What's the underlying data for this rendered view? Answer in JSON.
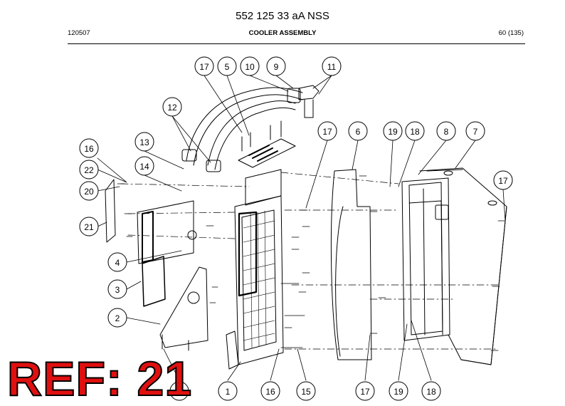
{
  "document": {
    "title": "552 125 33 aA NSS",
    "doc_code": "120507",
    "section": "COOLER ASSEMBLY",
    "page": "60 (135)"
  },
  "ref_label": "REF: 21",
  "callouts": [
    "17",
    "5",
    "10",
    "9",
    "11",
    "12",
    "13",
    "14",
    "16",
    "22",
    "20",
    "21",
    "4",
    "3",
    "2",
    "17",
    "6",
    "19",
    "18",
    "8",
    "7",
    "17",
    "1",
    "16",
    "15",
    "17",
    "19",
    "18",
    "11"
  ],
  "colors": {
    "ref_fill": "#e01010",
    "ref_outline": "#000000",
    "line": "#000000"
  }
}
